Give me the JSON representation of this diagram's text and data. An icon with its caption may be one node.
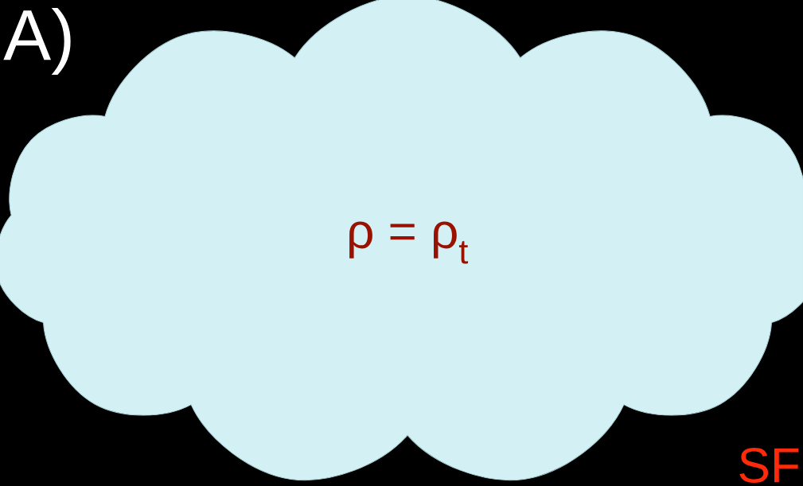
{
  "diagram": {
    "nodes": [
      {
        "text": [
          "ρ = ρ$_{t}$"
        ]
      }
    ],
    "labels": [
      "A)",
      "SF"
    ]
  }
}
